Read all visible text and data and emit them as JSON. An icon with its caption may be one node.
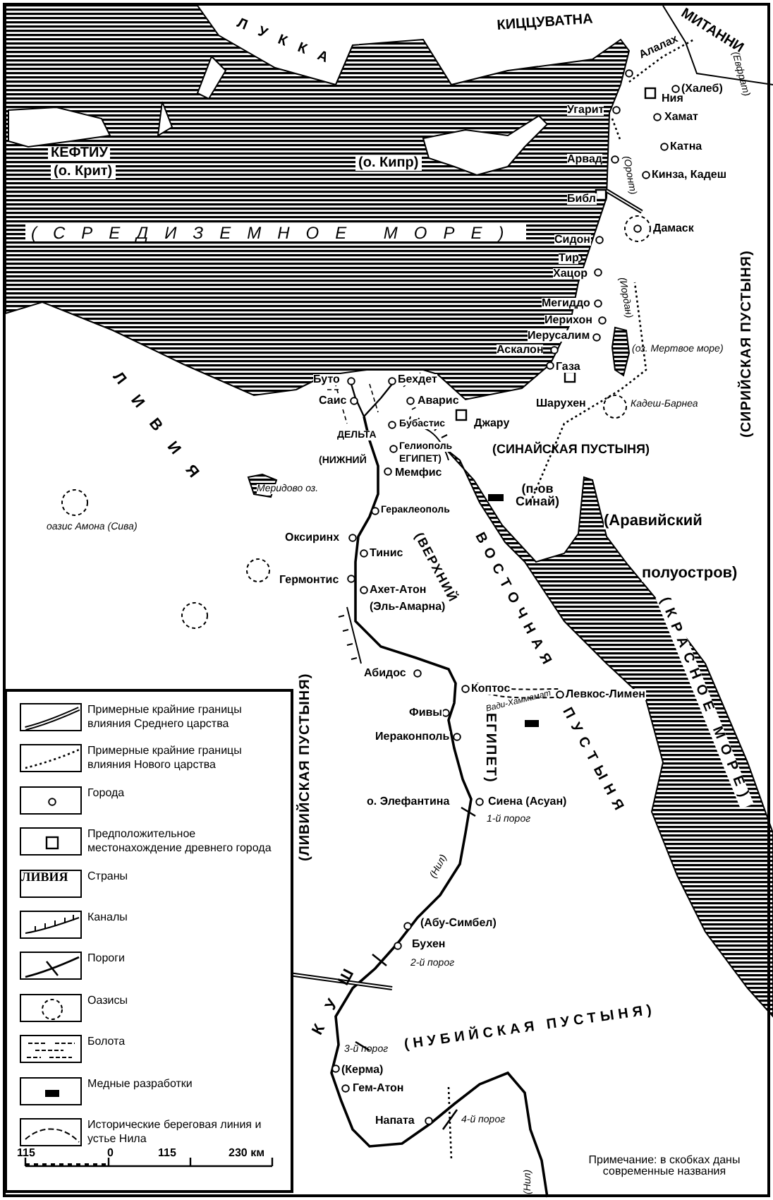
{
  "diagram": {
    "labels": [
      "ЛУККА",
      "КИЦЦУВАТНА",
      "МИТАННИ",
      "Алалах",
      "(Евфрат)",
      "(Халеб)",
      "Ния",
      "Угарит",
      "Хамат",
      "Катна",
      "КЕФТИУ",
      "(о. Крит)",
      "(о. Кипр)",
      "Арвад",
      "(Оронт)",
      "Кинза, Кадеш",
      "Библ",
      "Дамаск",
      "(СРЕДИЗЕМНОЕ МОРЕ)",
      "Сидон",
      "Тир",
      "Хацор",
      "(СИРИЙСКАЯ ПУСТЫНЯ)",
      "(Иордан)",
      "Мегиддо",
      "Иерихон",
      "Иерусалим",
      "Аскалон",
      "(оз. Мертвое море)",
      "Газа",
      "Буто",
      "Бехдет",
      "Саис",
      "Аварис",
      "Шарухен",
      "Кадеш-Барнеа",
      "ЛИВИЯ",
      "Бубастис",
      "Джару",
      "ДЕЛЬТА",
      "Гелиополь",
      "(СИНАЙСКАЯ ПУСТЫНЯ)",
      "(НИЖНИЙ",
      "ЕГИПЕТ)",
      "Мемфис",
      "Меридово оз.",
      "(п-ов Синай)",
      "Гераклеополь",
      "(Аравийский",
      "полуостров)",
      "оазис Амона (Сива)",
      "Оксиринх",
      "(ВЕРХНИЙ",
      "ЕГИПЕТ)",
      "Тинис",
      "ВОСТОЧНАЯ",
      "ПУСТЫНЯ",
      "Гермонтис",
      "Ахет-Атон",
      "(Эль-Амарна)",
      "(КРАСНОЕ МОРЕ)",
      "Абидос",
      "Коптос",
      "Левкос-Лимен",
      "Вади-Хаммамат",
      "Фивы",
      "Иераконполь",
      "(ЛИВИЙСКАЯ ПУСТЫНЯ)",
      "о. Элефантина",
      "Сиена (Асуан)",
      "1-й порог",
      "(Нил)",
      "КУШ",
      "(Абу-Симбел)",
      "Бухен",
      "2-й порог",
      "(НУБИЙСКАЯ ПУСТЫНЯ)",
      "3-й порог",
      "(Керма)",
      "Гем-Атон",
      "Напата",
      "4-й порог",
      "(Нил)",
      "Примечание: в скобках даны современные названия",
      "ЛИВИЯ",
      "115",
      "0",
      "115",
      "230 км"
    ],
    "legend": [
      {
        "text": "Примерные крайние границы влияния Среднего царства"
      },
      {
        "text": "Примерные крайние границы влияния Нового царства"
      },
      {
        "text": "Города"
      },
      {
        "text": "Предположительное местонахождение древнего города"
      },
      {
        "text": "Страны"
      },
      {
        "text": "Каналы"
      },
      {
        "text": "Пороги"
      },
      {
        "text": "Оазисы"
      },
      {
        "text": "Болота"
      },
      {
        "text": "Медные разработки"
      },
      {
        "text": "Исторические береговая линия и устье Нила"
      }
    ]
  }
}
